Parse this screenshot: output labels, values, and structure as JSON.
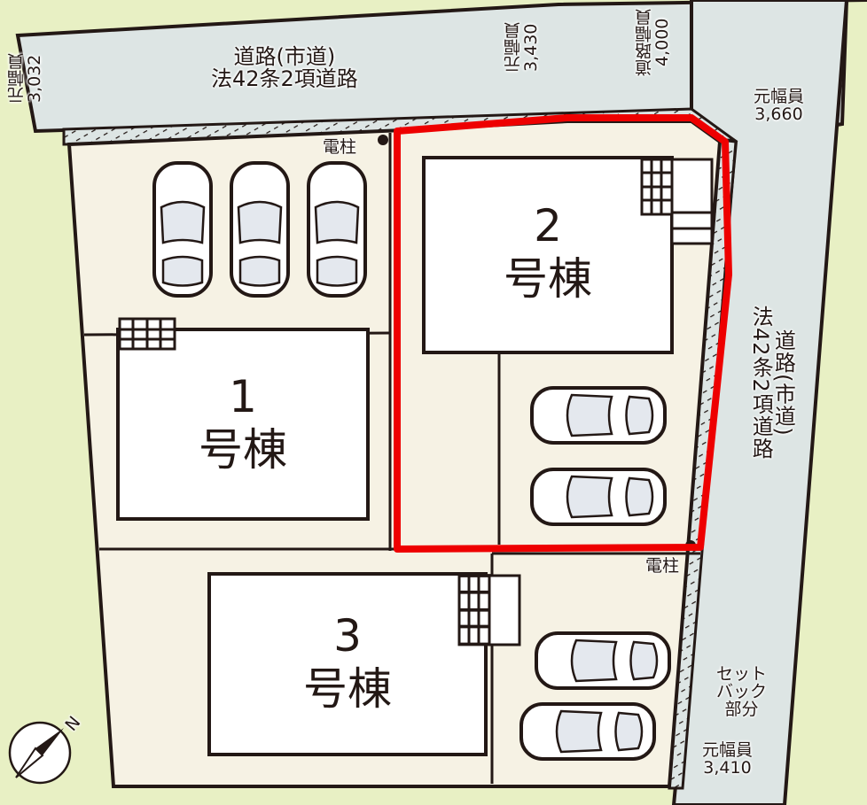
{
  "colors": {
    "road": "#dde5e4",
    "lot": "#f6f2e4",
    "background": "#e8f0c4",
    "highlight": "#ee0000",
    "line": "#231815"
  },
  "roads": {
    "north": {
      "line1": "道路(市道)",
      "line2": "法42条2項道路"
    },
    "east": {
      "line1": "道路(市道)",
      "line2": "法42条2項道路"
    },
    "width_road": {
      "label": "道路幅員",
      "value": "4,000"
    },
    "setback": {
      "line1": "セット",
      "line2": "バック",
      "line3": "部分"
    }
  },
  "widths": [
    {
      "label": "元幅員",
      "value": "3,032"
    },
    {
      "label": "元幅員",
      "value": "3,430"
    },
    {
      "label": "元幅員",
      "value": "3,660"
    },
    {
      "label": "元幅員",
      "value": "3,410"
    }
  ],
  "poles": [
    {
      "label": "電柱"
    },
    {
      "label": "電柱"
    }
  ],
  "buildings": [
    {
      "number": "1",
      "name": "号棟"
    },
    {
      "number": "2",
      "name": "号棟",
      "highlighted": true
    },
    {
      "number": "3",
      "name": "号棟"
    }
  ],
  "compass": {
    "label": "N"
  }
}
